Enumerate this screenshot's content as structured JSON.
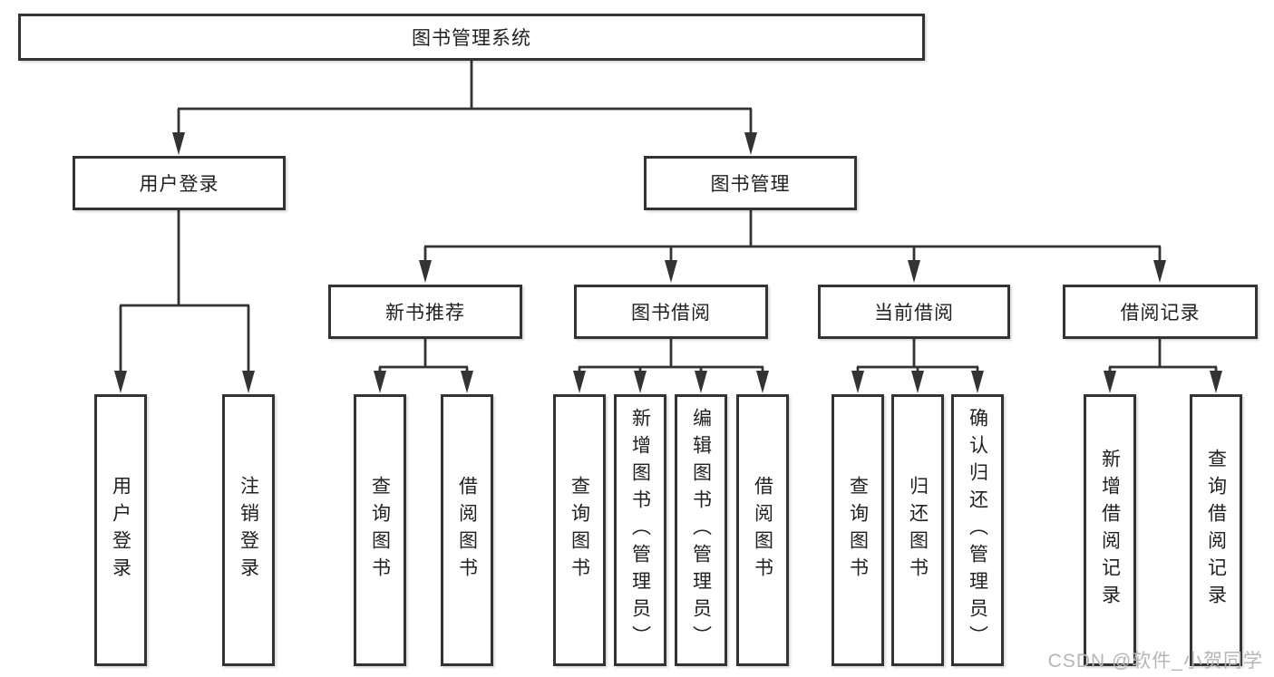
{
  "tree": {
    "root": {
      "label": "图书管理系统",
      "children": [
        {
          "label": "用户登录",
          "children": [
            {
              "label": "用户登录"
            },
            {
              "label": "注销登录"
            }
          ]
        },
        {
          "label": "图书管理",
          "children": [
            {
              "label": "新书推荐",
              "children": [
                {
                  "label": "查询图书"
                },
                {
                  "label": "借阅图书"
                }
              ]
            },
            {
              "label": "图书借阅",
              "children": [
                {
                  "label": "查询图书"
                },
                {
                  "label": "新增图书（管理员）"
                },
                {
                  "label": "编辑图书（管理员）"
                },
                {
                  "label": "借阅图书"
                }
              ]
            },
            {
              "label": "当前借阅",
              "children": [
                {
                  "label": "查询图书"
                },
                {
                  "label": "归还图书"
                },
                {
                  "label": "确认归还（管理员）"
                }
              ]
            },
            {
              "label": "借阅记录",
              "children": [
                {
                  "label": "新增借阅记录"
                },
                {
                  "label": "查询借阅记录"
                }
              ]
            }
          ]
        }
      ]
    }
  },
  "style": {
    "line_color": "#333333",
    "box_border_color": "#333333",
    "box_fill": "#ffffff",
    "text_color": "#212121",
    "watermark_color": "#b5b5b5"
  },
  "watermark": {
    "text": "CSDN @软件_小贺同学"
  }
}
